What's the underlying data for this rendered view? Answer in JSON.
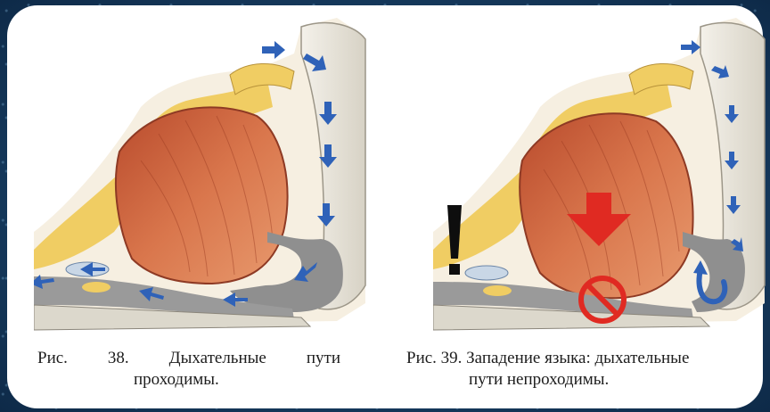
{
  "figures": [
    {
      "caption_line1_parts": [
        "Рис.",
        "38.",
        "Дыхательные",
        "пути"
      ],
      "caption_line2": "проходимы."
    },
    {
      "caption_line1": "Рис. 39. Западение языка: дыхательные",
      "caption_line2": "пути непроходимы."
    }
  ],
  "icons": {
    "airflow": "arrow-icon",
    "warning": "exclamation-icon",
    "blocked": "prohibited-icon",
    "pressure": "down-arrow-icon",
    "recirculation": "u-turn-arrow-icon"
  },
  "colors": {
    "airflow_arrow": "#2f62b8",
    "alert": "#e02a22",
    "tongue": "#c9603a",
    "fat_tissue": "#f0cd63",
    "bone": "#e6e2d6",
    "airway": "#8f8f8f"
  }
}
